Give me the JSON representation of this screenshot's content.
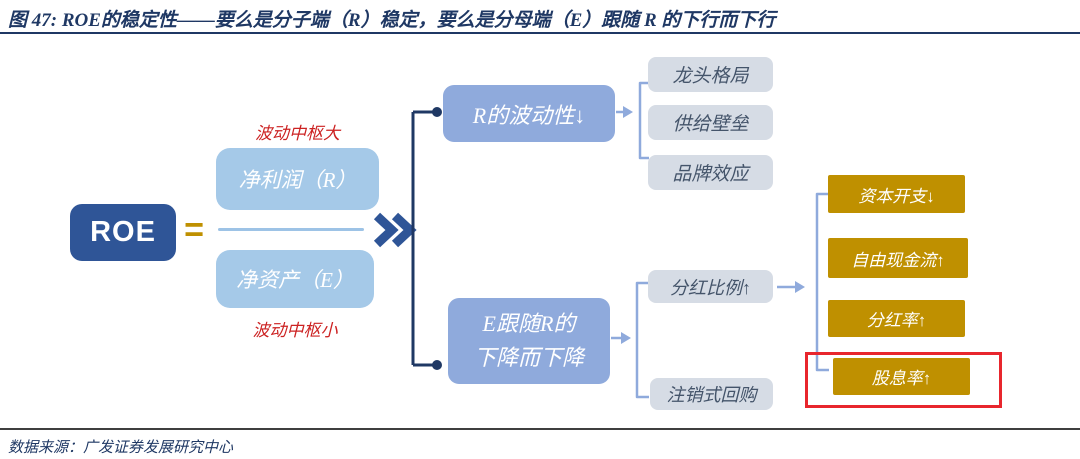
{
  "page": {
    "title": "图 47: ROE的稳定性——要么是分子端（R）稳定，要么是分母端（E）跟随 R 的下行而下行",
    "source": "数据来源：广发证券发展研究中心"
  },
  "diagram": {
    "roe": "ROE",
    "equals": "=",
    "numerator": "净利润（R）",
    "numerator_note": "波动中枢大",
    "denominator": "净资产（E）",
    "denominator_note": "波动中枢小",
    "top_branch": "R的波动性↓",
    "top_children": [
      "龙头格局",
      "供给壁垒",
      "品牌效应"
    ],
    "bottom_branch_line1": "E跟随R的",
    "bottom_branch_line2": "下降而下降",
    "bottom_children": [
      "分红比例↑",
      "注销式回购"
    ],
    "outcomes": [
      "资本开支↓",
      "自由现金流↑",
      "分红率↑",
      "股息率↑"
    ],
    "highlighted_outcome": "股息率↑"
  },
  "colors": {
    "navy": "#1F3864",
    "roe_box_blue": "#2F5597",
    "light_blue_box": "#A5C9E8",
    "medium_blue_box": "#8FAADC",
    "gray_box": "#D6DCE5",
    "gray_box_text": "#44546A",
    "gold_box": "#BF9000",
    "red_note": "#CC2222",
    "red_highlight": "#E8262D",
    "connector_light": "#8FAADC"
  }
}
